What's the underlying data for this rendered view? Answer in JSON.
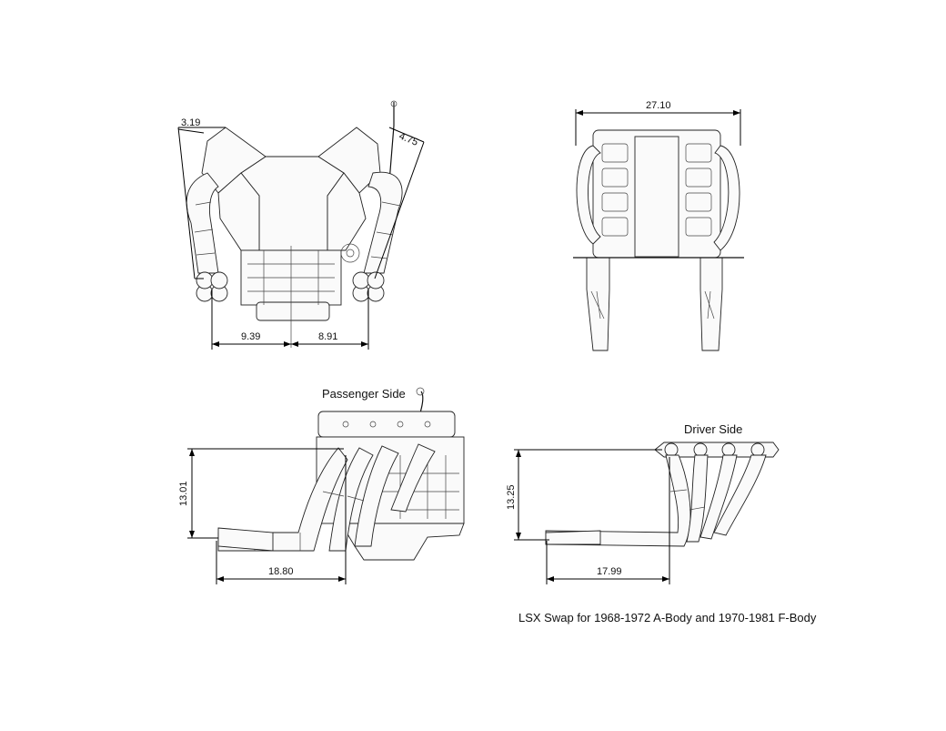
{
  "labels": {
    "passenger_side": "Passenger Side",
    "driver_side": "Driver Side"
  },
  "caption": "LSX Swap for 1968-1972 A-Body and 1970-1981 F-Body",
  "dimensions": {
    "front_left_angle": "3.19",
    "front_right_angle": "4.75",
    "front_left_offset": "9.39",
    "front_right_offset": "8.91",
    "top_width": "27.10",
    "passenger_height": "13.01",
    "passenger_length": "18.80",
    "driver_height": "13.25",
    "driver_length": "17.99"
  }
}
